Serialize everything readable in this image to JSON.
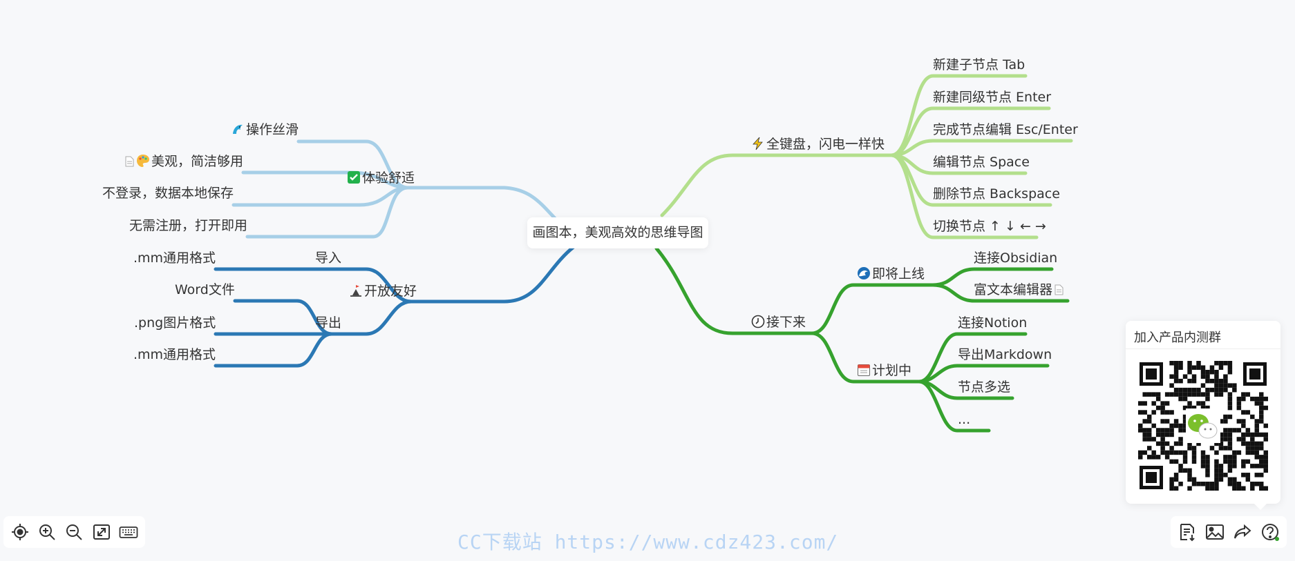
{
  "root": {
    "label": "画图本，美观高效的思维导图"
  },
  "branches": {
    "experience": {
      "label": "体验舒适",
      "icon": "check-box-emoji",
      "color": "#a7cfe7",
      "children": [
        {
          "label": "操作丝滑",
          "icon": "dolphin-emoji"
        },
        {
          "label": "美观，简洁够用",
          "icon": "palette-emoji",
          "note": true
        },
        {
          "label": "不登录，数据本地保存"
        },
        {
          "label": "无需注册，打开即用"
        }
      ]
    },
    "open": {
      "label": "开放友好",
      "icon": "park-emoji",
      "color": "#2b78b4",
      "import": {
        "label": "导入",
        "children": [
          {
            "label": ".mm通用格式"
          }
        ]
      },
      "export": {
        "label": "导出",
        "children": [
          {
            "label": "Word文件"
          },
          {
            "label": ".png图片格式"
          },
          {
            "label": ".mm通用格式"
          }
        ]
      }
    },
    "keyboard": {
      "label": "全键盘，闪电一样快",
      "icon": "lightning-emoji",
      "color": "#b3df8c",
      "children": [
        {
          "label": "新建子节点 Tab"
        },
        {
          "label": "新建同级节点 Enter"
        },
        {
          "label": "完成节点编辑 Esc/Enter"
        },
        {
          "label": "编辑节点 Space"
        },
        {
          "label": "删除节点 Backspace"
        },
        {
          "label": "切换节点 ↑ ↓ ← →"
        }
      ]
    },
    "next": {
      "label": "接下来",
      "icon": "clock-emoji",
      "color": "#36a22e",
      "soon": {
        "label": "即将上线",
        "icon": "wave-emoji",
        "children": [
          {
            "label": "连接Obsidian"
          },
          {
            "label": "富文本编辑器",
            "note": true
          }
        ]
      },
      "planned": {
        "label": "计划中",
        "icon": "calendar-emoji",
        "children": [
          {
            "label": "连接Notion"
          },
          {
            "label": "导出Markdown"
          },
          {
            "label": "节点多选"
          },
          {
            "label": "..."
          }
        ]
      }
    }
  },
  "toolbar_left": [
    {
      "name": "locate-center-button",
      "icon": "crosshair-icon"
    },
    {
      "name": "zoom-in-button",
      "icon": "zoom-in-icon"
    },
    {
      "name": "zoom-out-button",
      "icon": "zoom-out-icon"
    },
    {
      "name": "fit-screen-button",
      "icon": "fit-screen-icon"
    },
    {
      "name": "keyboard-shortcuts-button",
      "icon": "keyboard-icon"
    }
  ],
  "toolbar_right": [
    {
      "name": "export-file-button",
      "icon": "file-export-icon"
    },
    {
      "name": "export-image-button",
      "icon": "image-icon"
    },
    {
      "name": "share-button",
      "icon": "share-icon"
    },
    {
      "name": "help-button",
      "icon": "help-icon"
    }
  ],
  "qr_popup": {
    "title": "加入产品内测群"
  },
  "watermark": {
    "text": "CC下载站 https://www.cdz423.com/"
  }
}
